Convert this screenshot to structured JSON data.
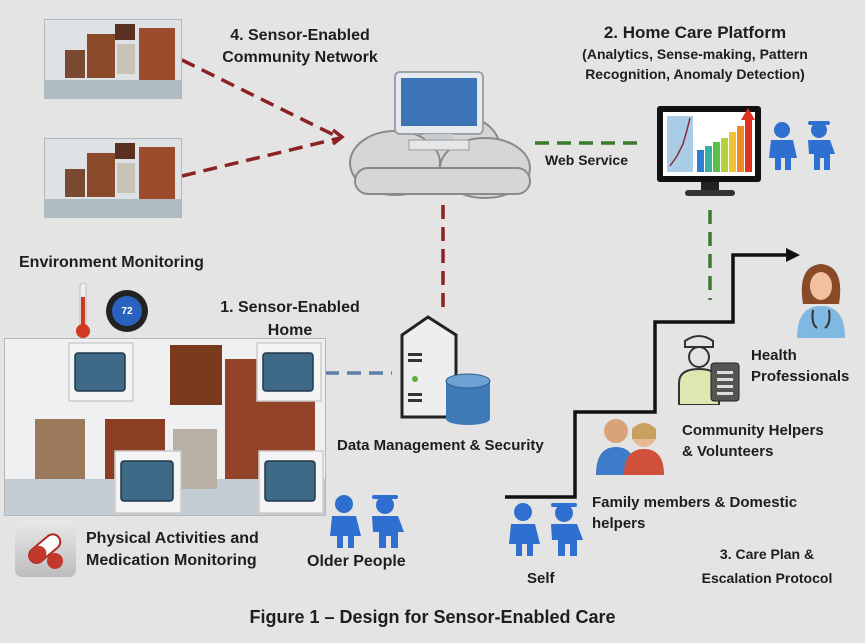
{
  "title": "Figure 1 – Design for Sensor-Enabled Care",
  "nodes": {
    "community_network": {
      "line1": "4. Sensor-Enabled",
      "line2": "Community Network"
    },
    "home_care_platform": {
      "line1": "2. Home Care Platform",
      "line2": "(Analytics, Sense-making, Pattern",
      "line3": "Recognition, Anomaly Detection)"
    },
    "web_service": "Web Service",
    "environment_monitoring": "Environment Monitoring",
    "thermostat_value": "72",
    "sensor_home": {
      "line1": "1. Sensor-Enabled",
      "line2": "Home"
    },
    "data_management": "Data Management & Security",
    "physical_activities": {
      "line1": "Physical Activities and",
      "line2": "Medication Monitoring"
    },
    "older_people": "Older People",
    "self": "Self",
    "family": {
      "line1": "Family members & Domestic",
      "line2": "helpers"
    },
    "community_helpers": {
      "line1": "Community Helpers",
      "line2": "& Volunteers"
    },
    "health_professionals": {
      "line1": "Health",
      "line2": "Professionals"
    },
    "care_plan": {
      "line1": "3. Care Plan &",
      "line2": "Escalation Protocol"
    }
  },
  "colors": {
    "background": "#e4e4e4",
    "red_link": "#8b2323",
    "green_link": "#3c7a2e",
    "blue_link": "#5b7fa6",
    "people_blue": "#2f6fd0"
  }
}
